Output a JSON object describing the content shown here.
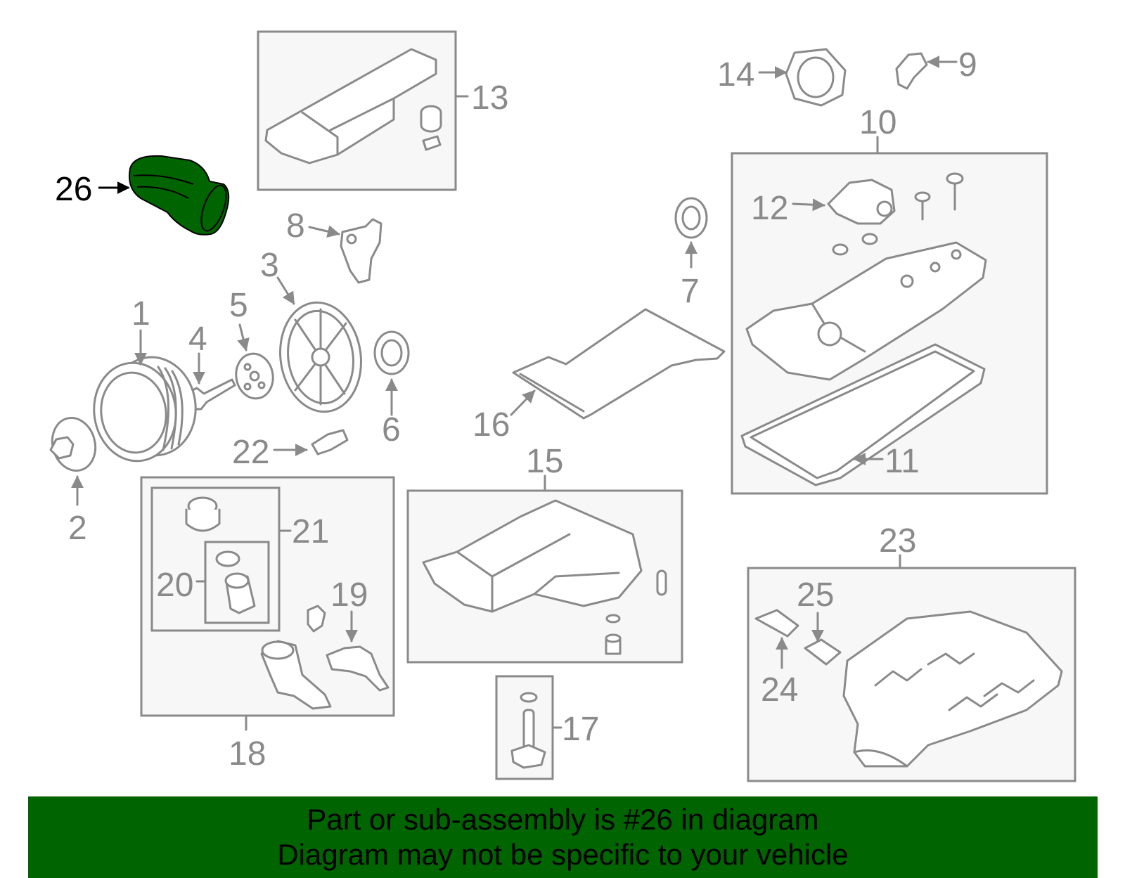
{
  "diagram": {
    "highlighted_part": "26",
    "highlight_color": "#006400",
    "line_color": "#8a8a8a",
    "callouts": {
      "c1": "1",
      "c2": "2",
      "c3": "3",
      "c4": "4",
      "c5": "5",
      "c6": "6",
      "c7": "7",
      "c8": "8",
      "c9": "9",
      "c10": "10",
      "c11": "11",
      "c12": "12",
      "c13": "13",
      "c14": "14",
      "c15": "15",
      "c16": "16",
      "c17": "17",
      "c18": "18",
      "c19": "19",
      "c20": "20",
      "c21": "21",
      "c22": "22",
      "c23": "23",
      "c24": "24",
      "c25": "25",
      "c26": "26"
    }
  },
  "footer": {
    "line1": "Part or sub-assembly is #26 in diagram",
    "line2": "Diagram may not be specific to your vehicle",
    "background": "#006400"
  }
}
